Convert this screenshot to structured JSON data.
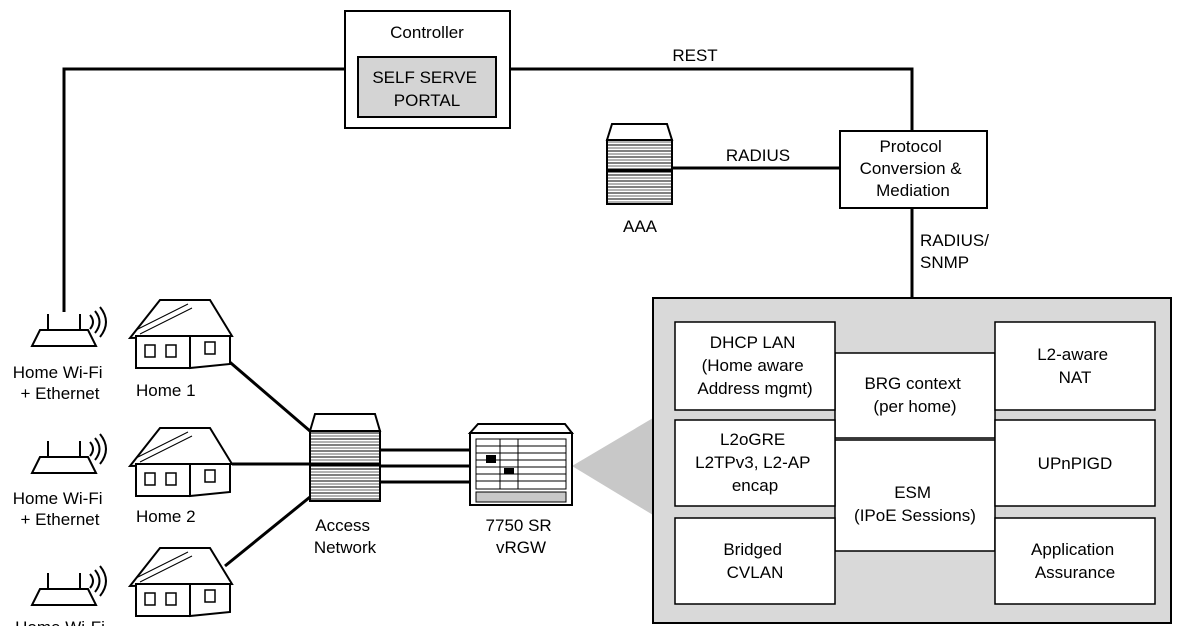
{
  "controller": {
    "title": "Controller",
    "portal": [
      "SELF SERVE",
      "PORTAL"
    ]
  },
  "links": {
    "rest": "REST",
    "radius": "RADIUS",
    "radius_snmp": [
      "RADIUS/",
      "SNMP"
    ]
  },
  "aaa": {
    "label": "AAA"
  },
  "protocol": {
    "lines": [
      "Protocol",
      "Conversion &",
      "Mediation"
    ]
  },
  "homes": [
    {
      "label": "Home 1",
      "router_label": [
        "Home Wi-Fi",
        "+ Ethernet"
      ]
    },
    {
      "label": "Home 2",
      "router_label": [
        "Home Wi-Fi",
        "+ Ethernet"
      ]
    },
    {
      "label": "",
      "router_label": [
        "Home Wi-Fi"
      ]
    }
  ],
  "access": {
    "lines": [
      "Access",
      "Network"
    ]
  },
  "sr": {
    "lines": [
      "7750 SR",
      "vRGW"
    ]
  },
  "modules": {
    "dhcp": [
      "DHCP LAN",
      "(Home aware",
      "Address mgmt)"
    ],
    "brg": [
      "BRG context",
      "(per home)"
    ],
    "l2nat": [
      "L2-aware",
      "NAT"
    ],
    "l2ogre": [
      "L2oGRE",
      "L2TPv3, L2-AP",
      "encap"
    ],
    "esm": [
      "ESM",
      "(IPoE Sessions)"
    ],
    "upnp": [
      "UPnPIGD"
    ],
    "bridged": [
      "Bridged",
      "CVLAN"
    ],
    "app": [
      "Application",
      "Assurance"
    ]
  },
  "colors": {
    "panel": "#d9d9d9",
    "portal": "#d4d4d4",
    "callout": "#c8c8c8",
    "line": "#000000"
  }
}
